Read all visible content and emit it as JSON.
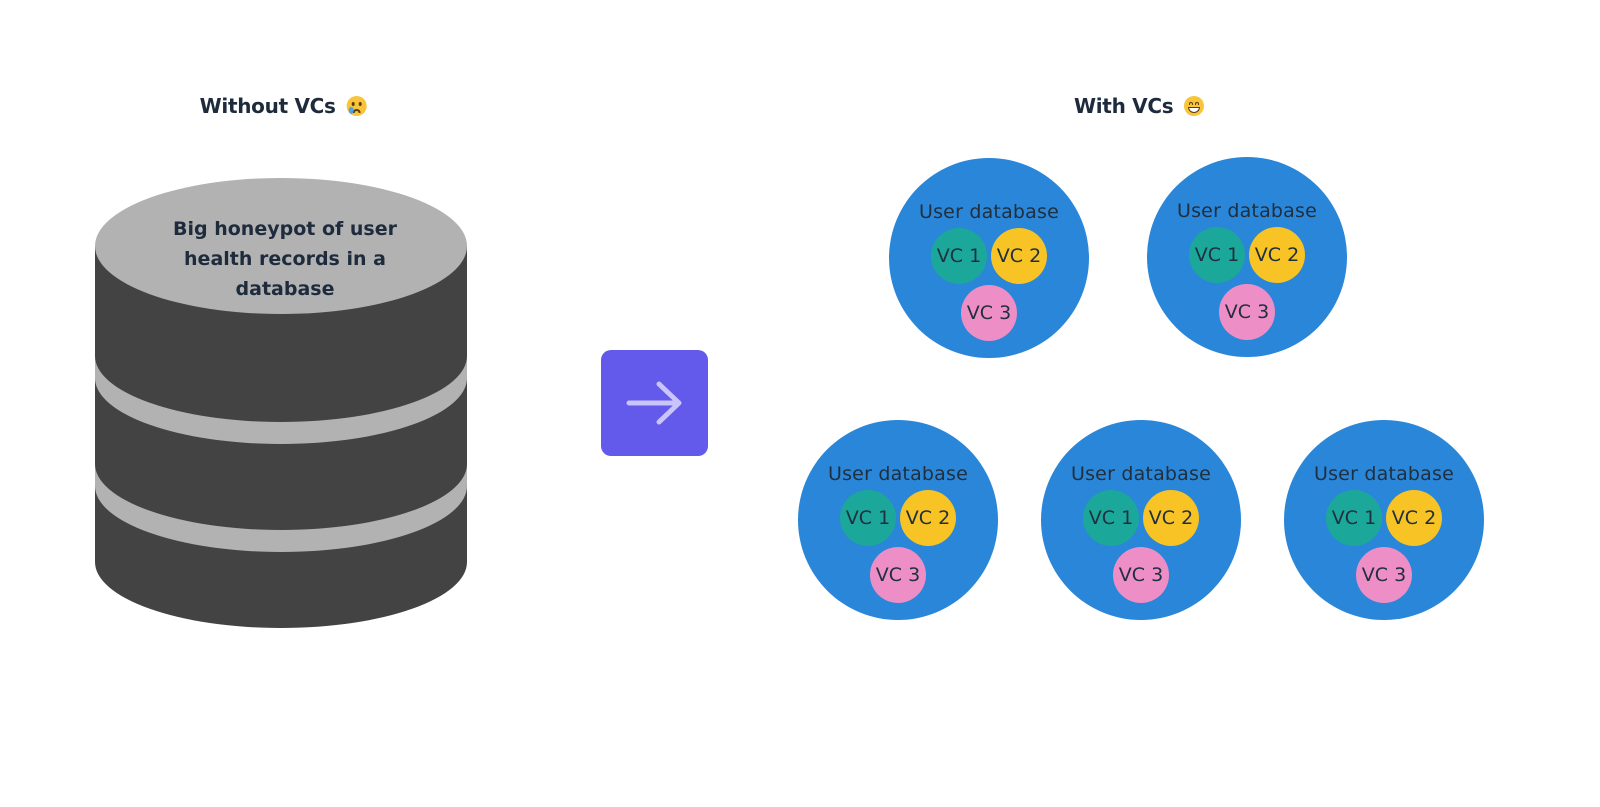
{
  "left_panel": {
    "heading": "Without VCs",
    "heading_emoji": "crying-face",
    "database_label": "Big honeypot of user health records in a database",
    "database_icon": "database-cylinder-icon"
  },
  "transition": {
    "icon": "arrow-right-icon"
  },
  "right_panel": {
    "heading": "With VCs",
    "heading_emoji": "grinning-face",
    "user_databases": [
      {
        "title": "User database",
        "vcs": [
          "VC 1",
          "VC 2",
          "VC 3"
        ]
      },
      {
        "title": "User database",
        "vcs": [
          "VC 1",
          "VC 2",
          "VC 3"
        ]
      },
      {
        "title": "User database",
        "vcs": [
          "VC 1",
          "VC 2",
          "VC 3"
        ]
      },
      {
        "title": "User database",
        "vcs": [
          "VC 1",
          "VC 2",
          "VC 3"
        ]
      },
      {
        "title": "User database",
        "vcs": [
          "VC 1",
          "VC 2",
          "VC 3"
        ]
      }
    ]
  },
  "colors": {
    "text": "#1e2b3c",
    "cylinder_body": "#434343",
    "cylinder_band": "#b2b2b2",
    "arrow_bg": "#6359ea",
    "arrow_stroke": "#c9c5fb",
    "user_db": "#2a86d8",
    "vc1": "#1ba89a",
    "vc2": "#f7c325",
    "vc3": "#ee8ec6"
  }
}
